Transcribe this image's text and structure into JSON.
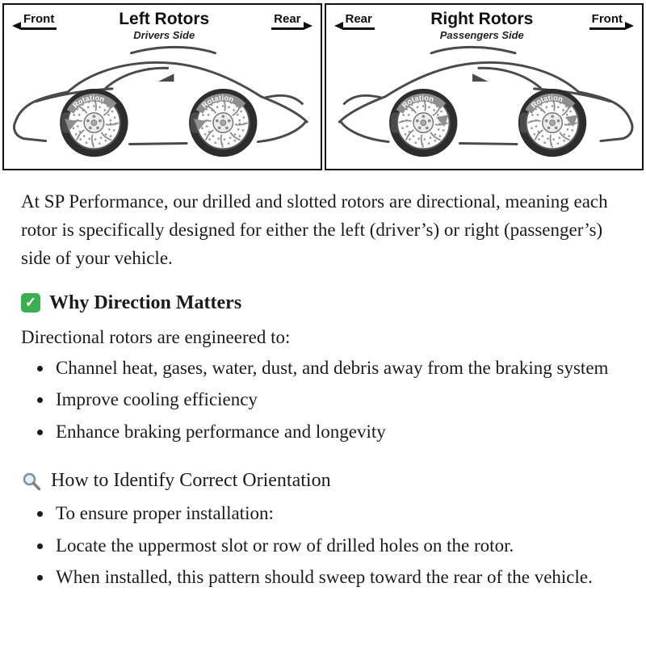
{
  "diagram": {
    "left_panel": {
      "front_label": "Front",
      "title": "Left Rotors",
      "subtitle": "Drivers Side",
      "rear_label": "Rear",
      "rotation_label": "Rotation"
    },
    "right_panel": {
      "rear_label": "Rear",
      "title": "Right Rotors",
      "subtitle": "Passengers Side",
      "front_label": "Front",
      "rotation_label": "Rotation"
    }
  },
  "content": {
    "intro": "At SP Performance, our drilled and slotted rotors are directional, meaning each rotor is specifically designed for either the left (driver’s) or right (passenger’s) side of your vehicle.",
    "check_glyph": "✓",
    "section1": {
      "heading": "Why Direction Matters",
      "lead": "Directional rotors are engineered to:",
      "bullets": [
        "Channel heat, gases, water, dust, and debris away from the braking system",
        "Improve cooling efficiency",
        "Enhance braking performance and longevity"
      ]
    },
    "section2": {
      "heading": "How to Identify Correct Orientation",
      "bullets": [
        "To ensure proper installation:",
        "Locate the uppermost slot or row of drilled holes on the rotor.",
        "When installed, this pattern should sweep toward the rear of the vehicle."
      ]
    }
  }
}
